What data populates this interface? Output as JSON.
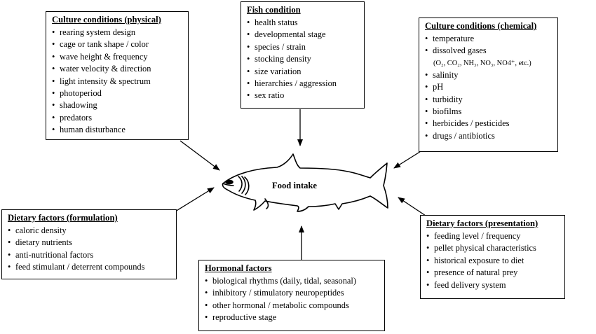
{
  "center": {
    "label": "Food intake"
  },
  "boxes": {
    "physical": {
      "title": "Culture conditions (physical)",
      "items": [
        "rearing system design",
        "cage or tank shape / color",
        "wave height & frequency",
        "water velocity & direction",
        "light intensity & spectrum",
        "photoperiod",
        "shadowing",
        "predators",
        "human disturbance"
      ]
    },
    "fish": {
      "title": "Fish condition",
      "items": [
        "health status",
        "developmental stage",
        "species / strain",
        "stocking density",
        "size variation",
        "hierarchies / aggression",
        "sex ratio"
      ]
    },
    "chemical": {
      "title": "Culture conditions (chemical)",
      "items": [
        "temperature",
        "dissolved gases",
        "(O₂, CO₂, NH₃, NO₃, NO4⁺, etc.)",
        "salinity",
        "pH",
        "turbidity",
        "biofilms",
        "herbicides / pesticides",
        "drugs / antibiotics"
      ]
    },
    "formulation": {
      "title": "Dietary factors (formulation)",
      "items": [
        "caloric density",
        "dietary nutrients",
        "anti-nutritional factors",
        "feed stimulant / deterrent compounds"
      ]
    },
    "hormonal": {
      "title": "Hormonal factors",
      "items": [
        "biological rhythms (daily, tidal, seasonal)",
        "inhibitory / stimulatory neuropeptides",
        "other hormonal / metabolic compounds",
        "reproductive stage"
      ]
    },
    "presentation": {
      "title": "Dietary factors (presentation)",
      "items": [
        "feeding level / frequency",
        "pellet physical characteristics",
        "historical exposure to diet",
        "presence of natural prey",
        "feed delivery system"
      ]
    }
  }
}
